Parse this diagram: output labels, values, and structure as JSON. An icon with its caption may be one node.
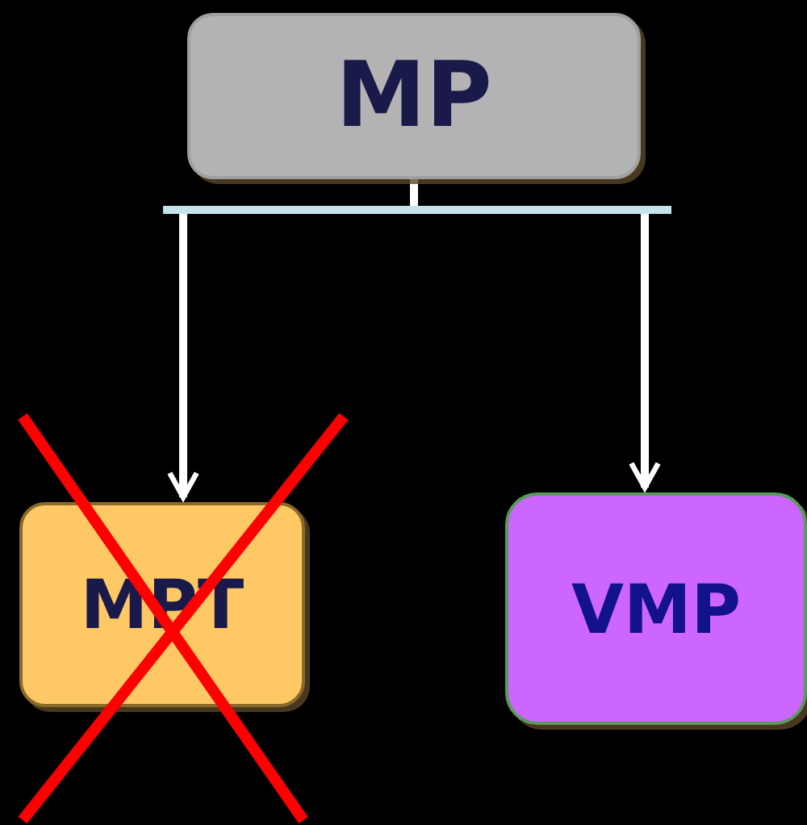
{
  "diagram": {
    "nodes": [
      {
        "text": [
          "MP"
        ]
      },
      {
        "text": [
          "MPT"
        ]
      },
      {
        "text": [
          "VMP"
        ]
      }
    ],
    "edges": [
      {
        "from": 0,
        "to": 1,
        "arrow": "to"
      },
      {
        "from": 0,
        "to": 2,
        "arrow": "to"
      }
    ]
  }
}
